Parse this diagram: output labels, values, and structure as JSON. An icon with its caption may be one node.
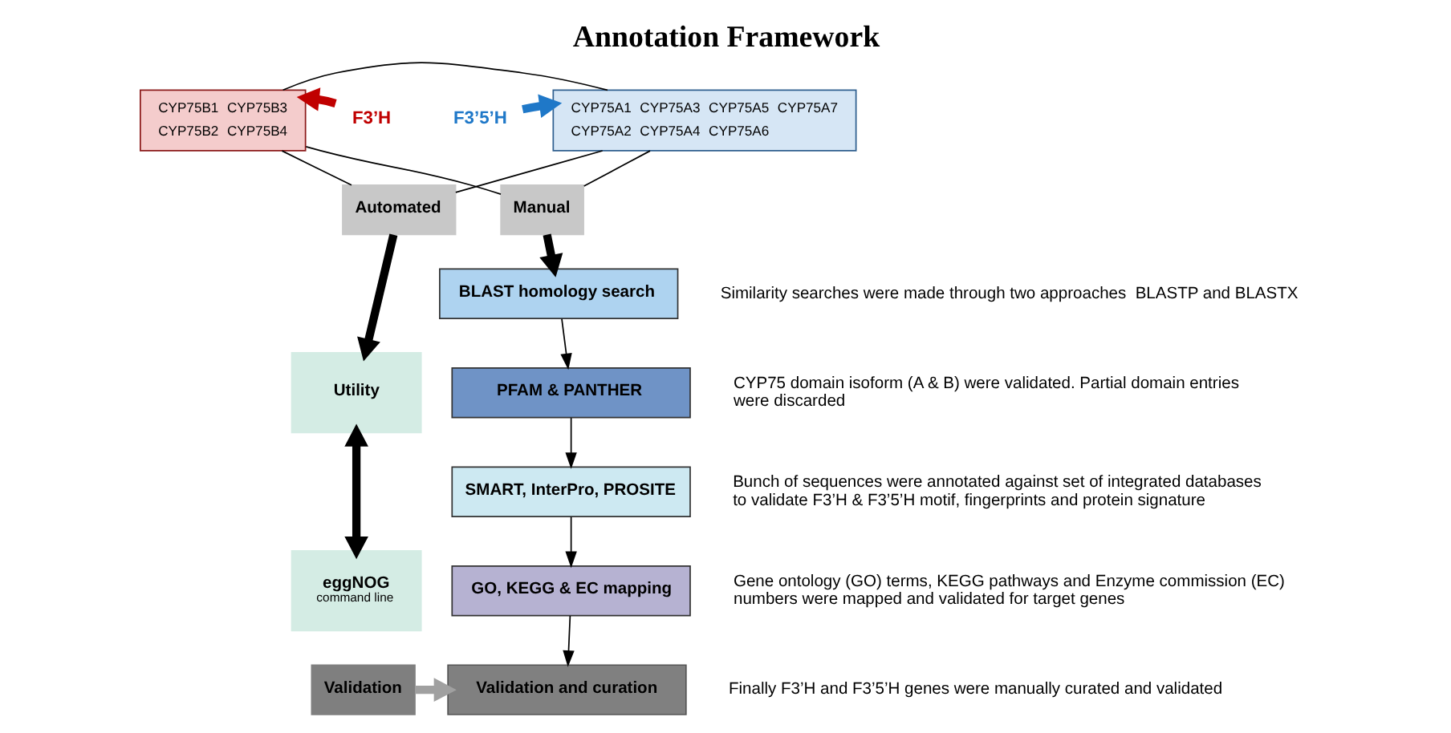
{
  "diagram": {
    "title": "Annotation Framework",
    "nodes": [
      {
        "text": [
          "CYP75B1",
          "CYP75B3",
          "CYP75B2",
          "CYP75B4"
        ]
      },
      {
        "text": [
          "F3’H"
        ]
      },
      {
        "text": [
          "F3’5’H"
        ]
      },
      {
        "text": [
          "CYP75A1",
          "CYP75A3",
          "CYP75A5",
          "CYP75A7",
          "CYP75A2",
          "CYP75A4",
          "CYP75A6"
        ]
      },
      {
        "text": [
          "Automated"
        ]
      },
      {
        "text": [
          "Manual"
        ]
      },
      {
        "text": [
          "Utility"
        ]
      },
      {
        "text": [
          "eggNOG",
          "command line"
        ]
      },
      {
        "text": [
          "Validation"
        ]
      },
      {
        "text": [
          "BLAST homology search"
        ],
        "beside": [
          "Similarity searches were made through two approaches  BLASTP and BLASTX"
        ]
      },
      {
        "text": [
          "PFAM & PANTHER"
        ],
        "beside": [
          "CYP75 domain isoform (A & B) were validated. Partial domain entries were discarded"
        ]
      },
      {
        "text": [
          "SMART, InterPro, PROSITE"
        ],
        "beside": [
          "Bunch of sequences were annotated against set of integrated databases to validate F3’H & F3’5’H motif, fingerprints and protein signature"
        ]
      },
      {
        "text": [
          "GO, KEGG & EC mapping"
        ],
        "beside": [
          "Gene ontology (GO) terms, KEGG pathways and Enzyme commission (EC) numbers were mapped and validated for target genes"
        ]
      },
      {
        "text": [
          "Validation and curation"
        ],
        "beside": [
          "Finally F3’H and F3’5’H genes were manually curated and validated"
        ]
      }
    ],
    "edges": [
      {
        "from": 1,
        "to": 0,
        "arrow": "to",
        "style": "thick",
        "color": "#c00000"
      },
      {
        "from": 2,
        "to": 3,
        "arrow": "to",
        "style": "thick",
        "color": "#1f78c8"
      },
      {
        "from": 0,
        "to": 3,
        "arrow": "none"
      },
      {
        "from": 0,
        "to": 4,
        "arrow": "none"
      },
      {
        "from": 0,
        "to": 5,
        "arrow": "none"
      },
      {
        "from": 3,
        "to": 4,
        "arrow": "none"
      },
      {
        "from": 3,
        "to": 5,
        "arrow": "none"
      },
      {
        "from": 4,
        "to": 6,
        "arrow": "to",
        "style": "thick"
      },
      {
        "from": 6,
        "to": 7,
        "arrow": "both",
        "style": "thick"
      },
      {
        "from": 5,
        "to": 9,
        "arrow": "to",
        "style": "thick"
      },
      {
        "from": 9,
        "to": 10,
        "arrow": "to"
      },
      {
        "from": 10,
        "to": 11,
        "arrow": "to"
      },
      {
        "from": 11,
        "to": 12,
        "arrow": "to"
      },
      {
        "from": 12,
        "to": 13,
        "arrow": "to"
      },
      {
        "from": 8,
        "to": 13,
        "arrow": "to",
        "style": "thick",
        "color": "#a0a0a0"
      }
    ]
  }
}
